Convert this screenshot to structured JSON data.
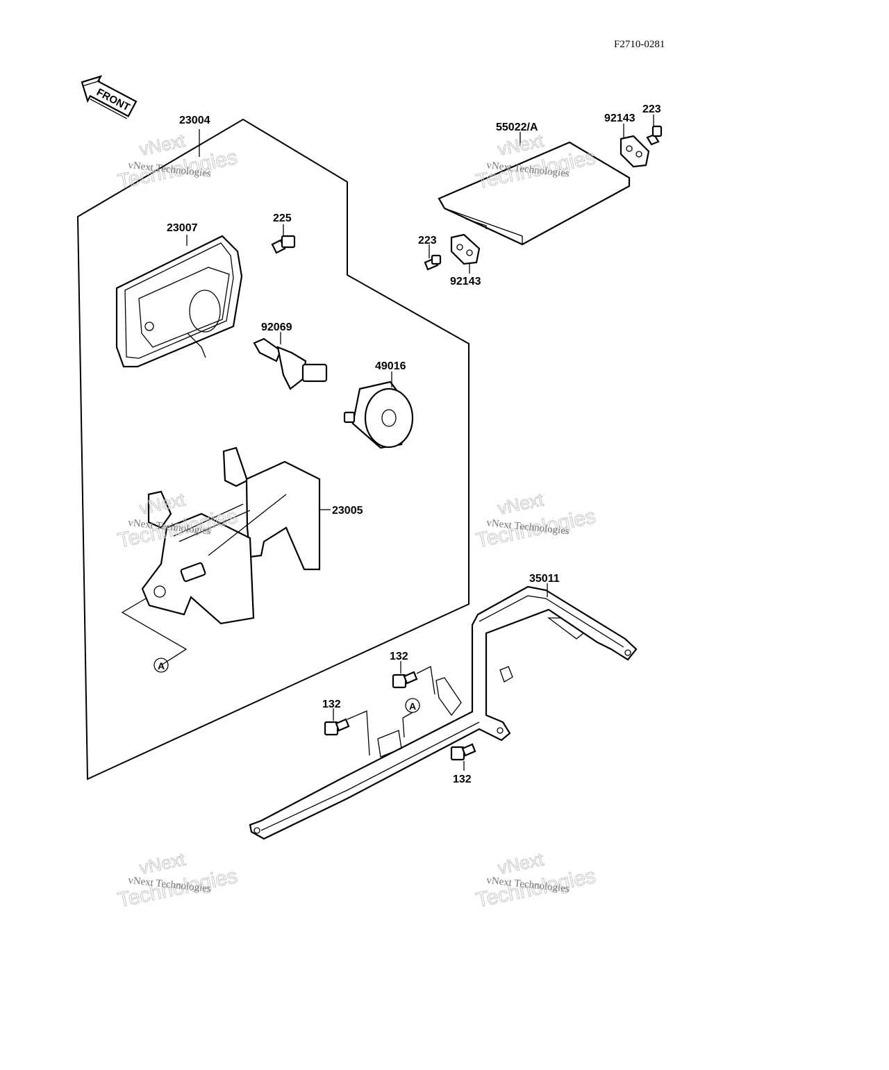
{
  "diagram_code": "F2710-0281",
  "front_arrow_label": "FRONT",
  "parts": {
    "housing_group": "23004",
    "headlight_unit": "23007",
    "bolt_225": "225",
    "bulb": "92069",
    "bulb_cap": "49016",
    "bracket": "23005",
    "cover": "55022/A",
    "plate_top": "92143",
    "screw_top": "223",
    "screw_left": "223",
    "plate_bottom": "92143",
    "guard": "35011",
    "bolt_a": "132",
    "bolt_b": "132",
    "bolt_c": "132"
  },
  "reference_marker": "A",
  "watermark": {
    "line1": "vNext",
    "line2": "Technologies",
    "caption": "vNext Technologies"
  }
}
